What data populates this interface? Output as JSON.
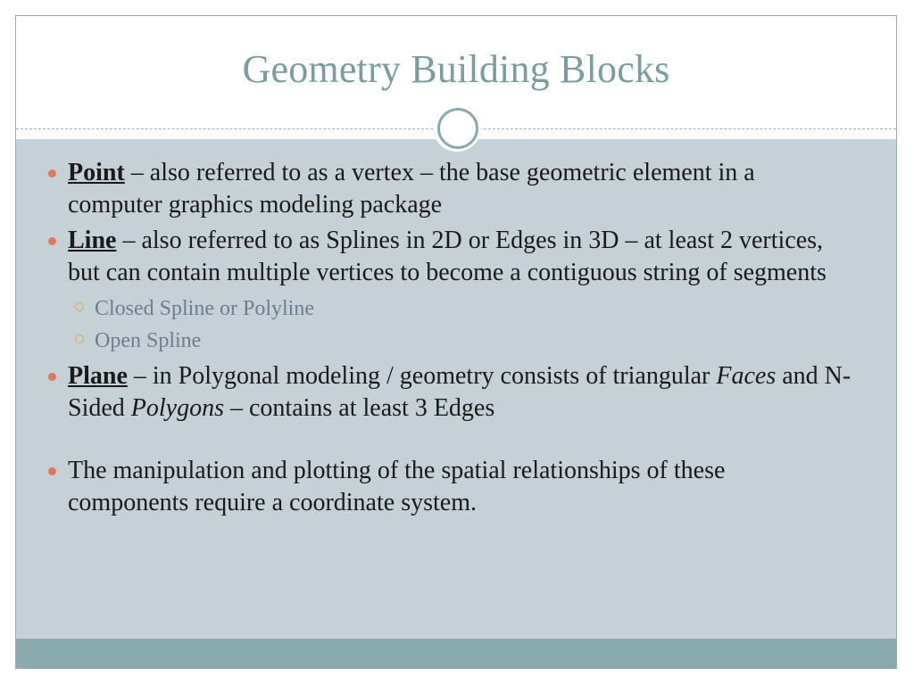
{
  "slide": {
    "title": "Geometry Building Blocks",
    "bullets": {
      "point": {
        "term": "Point",
        "text": " – also referred to as a vertex – the base geometric element in a computer graphics modeling package"
      },
      "line": {
        "term": "Line",
        "text": " – also referred to as Splines in 2D or Edges in 3D – at least 2 vertices, but can contain multiple vertices to become a contiguous string of segments",
        "sub": [
          "Closed  Spline or Polyline",
          "Open Spline"
        ]
      },
      "plane": {
        "term": "Plane",
        "text_a": " – in Polygonal modeling / geometry consists of triangular ",
        "em_a": "Faces",
        "text_b": " and N-Sided ",
        "em_b": "Polygons",
        "text_c": " – contains at least 3 Edges"
      },
      "manipulation": {
        "text": "The manipulation and plotting of the spatial relationships of these components require a coordinate system."
      }
    }
  },
  "colors": {
    "title": "#7a9ea0",
    "content_bg": "#c6d1d7",
    "footer_bar": "#8aabad",
    "bullet_dot": "#e0765a",
    "sub_bullet_ring": "#d6b23f",
    "sub_text": "#6d7c92"
  }
}
